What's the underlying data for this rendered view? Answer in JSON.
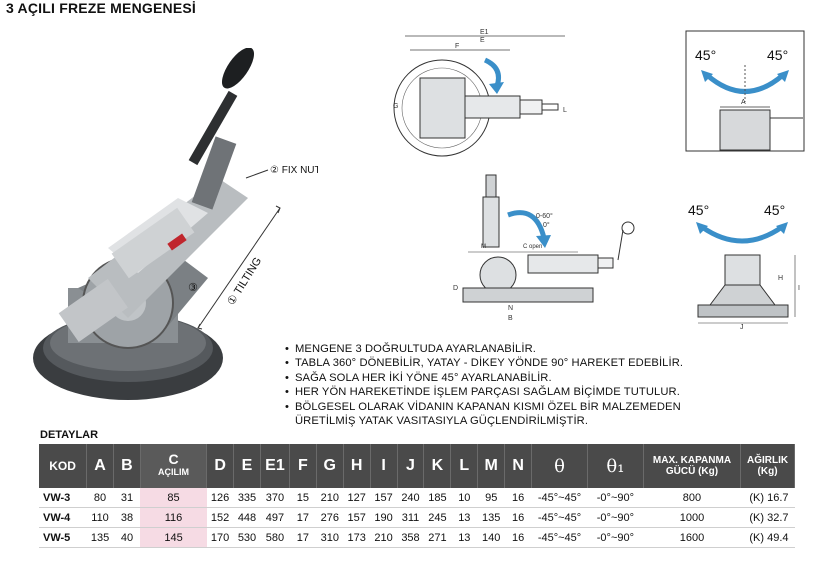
{
  "title": "3 AÇILI FREZE MENGENESİ",
  "photo_labels": {
    "fix_nut": "② FIX NUT",
    "tilting": "① TILTING",
    "rotation": "③"
  },
  "drawing_labels": {
    "top_e1": "E1",
    "top_e": "E",
    "top_f": "F",
    "top_g": "G",
    "top_l": "L",
    "angle_left": "45°",
    "angle_right": "45°",
    "angle_a": "A",
    "side_angle": "0-60°",
    "side_zero": "0°",
    "side_m": "M",
    "side_c": "C open",
    "side_d": "D",
    "side_n": "N",
    "side_b": "B",
    "front_left": "45°",
    "front_right": "45°",
    "front_h": "H",
    "front_i": "I",
    "front_j": "J"
  },
  "features": [
    "MENGENE 3 DOĞRULTUDA AYARLANABİLİR.",
    "TABLA 360° DÖNEBİLİR, YATAY - DİKEY YÖNDE 90° HAREKET EDEBİLİR.",
    "SAĞA SOLA HER İKİ YÖNE 45° AYARLANABİLİR.",
    "HER YÖN HAREKETİNDE İŞLEM PARÇASI SAĞLAM BİÇİMDE TUTULUR.",
    "BÖLGESEL OLARAK VİDANIN KAPANAN KISMI ÖZEL BİR MALZEMEDEN"
  ],
  "features_continuation": "ÜRETİLMİŞ YATAK VASITASIYLA GÜÇLENDİRİLMİŞTİR.",
  "section_title": "DETAYLAR",
  "table": {
    "headers": {
      "kod": "KOD",
      "a": "A",
      "b": "B",
      "c": "C",
      "c_sub": "AÇILIM",
      "d": "D",
      "e": "E",
      "e1": "E1",
      "f": "F",
      "g": "G",
      "h": "H",
      "i": "I",
      "j": "J",
      "k": "K",
      "l": "L",
      "m": "M",
      "n": "N",
      "theta": "θ",
      "theta1": "θ₁",
      "max_kapanma_1": "MAX. KAPANMA",
      "max_kapanma_2": "GÜCÜ (Kg)",
      "agirlik_1": "AĞIRLIK",
      "agirlik_2": "(Kg)"
    },
    "rows": [
      {
        "kod": "VW-3",
        "a": "80",
        "b": "31",
        "c": "85",
        "d": "126",
        "e": "335",
        "e1": "370",
        "f": "15",
        "g": "210",
        "h": "127",
        "i": "157",
        "j": "240",
        "k": "185",
        "l": "10",
        "m": "95",
        "n": "16",
        "theta": "-45°~45°",
        "theta1": "-0°~90°",
        "max": "800",
        "weight": "(K) 16.7"
      },
      {
        "kod": "VW-4",
        "a": "110",
        "b": "38",
        "c": "116",
        "d": "152",
        "e": "448",
        "e1": "497",
        "f": "17",
        "g": "276",
        "h": "157",
        "i": "190",
        "j": "311",
        "k": "245",
        "l": "13",
        "m": "135",
        "n": "16",
        "theta": "-45°~45°",
        "theta1": "-0°~90°",
        "max": "1000",
        "weight": "(K) 32.7"
      },
      {
        "kod": "VW-5",
        "a": "135",
        "b": "40",
        "c": "145",
        "d": "170",
        "e": "530",
        "e1": "580",
        "f": "17",
        "g": "310",
        "h": "173",
        "i": "210",
        "j": "358",
        "k": "271",
        "l": "13",
        "m": "140",
        "n": "16",
        "theta": "-45°~45°",
        "theta1": "-0°~90°",
        "max": "1600",
        "weight": "(K) 49.4"
      }
    ]
  },
  "colors": {
    "header_bg": "#4a4a4a",
    "highlight_col": "#f6dbe4",
    "arrow_blue": "#3a8fc9"
  }
}
